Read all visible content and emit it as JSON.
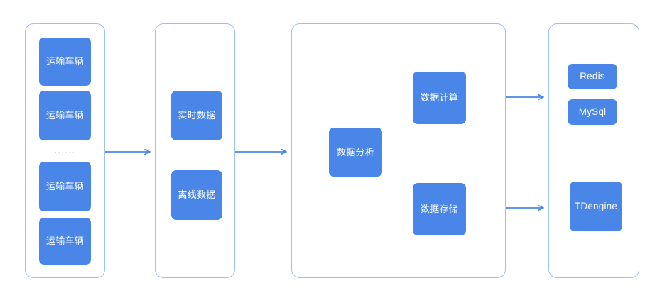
{
  "diagram": {
    "type": "flow-architecture",
    "background_color": "#ffffff",
    "node_fill_color": "#4a86e8",
    "node_text_color": "#ffffff",
    "group_border_color": "#a0c0f0",
    "connector_color": "#4a86e8"
  },
  "groups": [
    {
      "id": "vehicles-group",
      "nodes": [
        {
          "id": "vehicle-1",
          "label": "运输车辆"
        },
        {
          "id": "vehicle-2",
          "label": "运输车辆"
        },
        {
          "id": "vehicle-ellipsis",
          "label": "......"
        },
        {
          "id": "vehicle-3",
          "label": "运输车辆"
        },
        {
          "id": "vehicle-4",
          "label": "运输车辆"
        }
      ]
    },
    {
      "id": "data-group",
      "nodes": [
        {
          "id": "realtime-data",
          "label": "实时数据"
        },
        {
          "id": "offline-data",
          "label": "离线数据"
        }
      ]
    },
    {
      "id": "analysis-group",
      "nodes": [
        {
          "id": "data-analysis",
          "label": "数据分析"
        },
        {
          "id": "data-compute",
          "label": "数据计算"
        },
        {
          "id": "data-storage",
          "label": "数据存储"
        }
      ]
    },
    {
      "id": "store-group",
      "nodes": [
        {
          "id": "redis",
          "label": "Redis"
        },
        {
          "id": "mysql",
          "label": "MySql"
        },
        {
          "id": "tdengine",
          "label": "TDengine"
        }
      ]
    }
  ],
  "connections": [
    {
      "id": "conn-vehicles-to-data",
      "from": "vehicles-group",
      "to": "data-group"
    },
    {
      "id": "conn-data-to-analysis",
      "from": "data-group",
      "to": "analysis-group"
    },
    {
      "id": "conn-analysis-to-compute",
      "from": "data-analysis",
      "to": "data-compute"
    },
    {
      "id": "conn-analysis-to-storage",
      "from": "data-analysis",
      "to": "data-storage"
    },
    {
      "id": "conn-compute-to-store",
      "from": "data-compute",
      "to": "store-group"
    },
    {
      "id": "conn-storage-to-store",
      "from": "data-storage",
      "to": "store-group"
    }
  ]
}
